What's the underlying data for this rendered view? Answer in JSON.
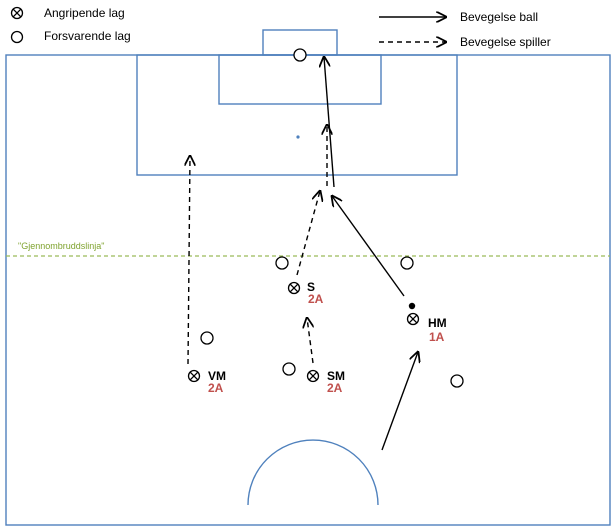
{
  "legend": {
    "attacking_team": "Angripende lag",
    "defending_team": "Forsvarende lag",
    "ball_movement": "Bevegelse ball",
    "player_movement": "Bevegelse spiller"
  },
  "breakthrough_line_label": "\"Gjennombruddslinja\"",
  "players": [
    {
      "name": "S",
      "role": "2A"
    },
    {
      "name": "HM",
      "role": "1A"
    },
    {
      "name": "VM",
      "role": "2A"
    },
    {
      "name": "SM",
      "role": "2A"
    }
  ],
  "colors": {
    "pitch_lines": "#4f81bd",
    "breakthrough_line": "#9bbb59",
    "role_text": "#c0504d",
    "ink": "#000000"
  }
}
